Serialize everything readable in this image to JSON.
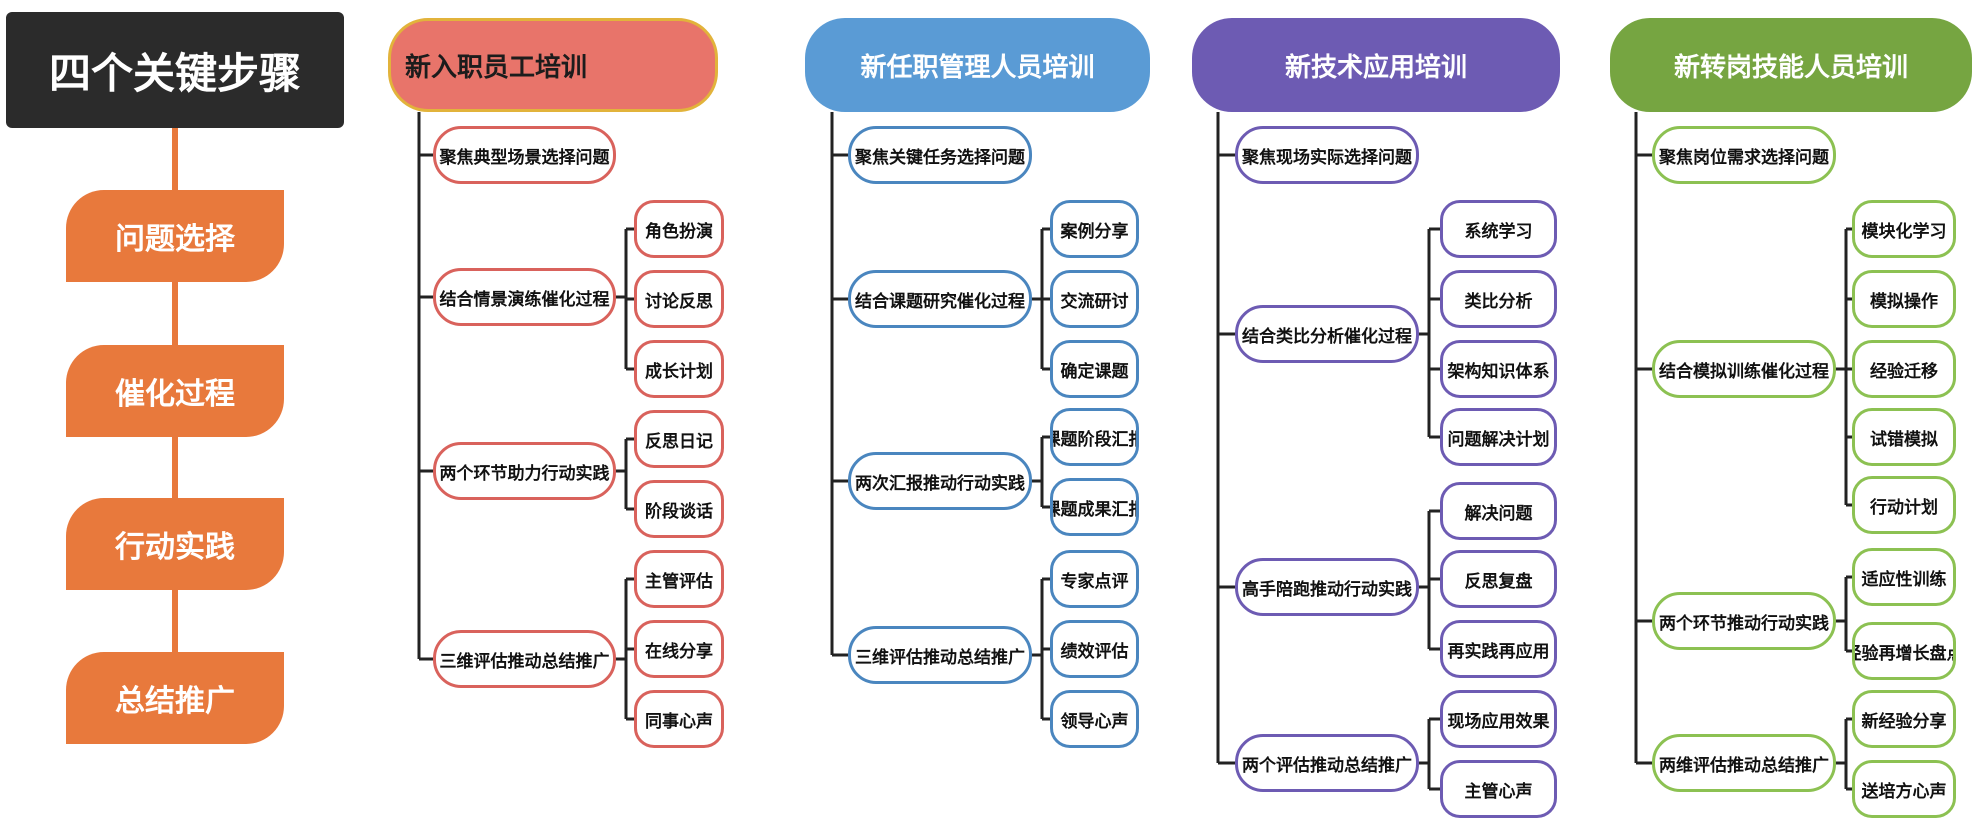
{
  "title": "四个关键步骤",
  "steps": [
    "问题选择",
    "催化过程",
    "行动实践",
    "总结推广"
  ],
  "columns": [
    {
      "title": "新入职员工培训",
      "color": "#e8746a",
      "border": "#d9625c",
      "nodes": [
        {
          "label": "聚焦典型场景选择问题",
          "leaves": []
        },
        {
          "label": "结合情景演练催化过程",
          "leaves": [
            "角色扮演",
            "讨论反思",
            "成长计划"
          ]
        },
        {
          "label": "两个环节助力行动实践",
          "leaves": [
            "反思日记",
            "阶段谈话"
          ]
        },
        {
          "label": "三维评估推动总结推广",
          "leaves": [
            "主管评估",
            "在线分享",
            "同事心声"
          ]
        }
      ]
    },
    {
      "title": "新任职管理人员培训",
      "color": "#5a9bd5",
      "border": "#4a86bf",
      "nodes": [
        {
          "label": "聚焦关键任务选择问题",
          "leaves": []
        },
        {
          "label": "结合课题研究催化过程",
          "leaves": [
            "案例分享",
            "交流研讨",
            "确定课题"
          ]
        },
        {
          "label": "两次汇报推动行动实践",
          "leaves": [
            "课题阶段汇报",
            "课题成果汇报"
          ]
        },
        {
          "label": "三维评估推动总结推广",
          "leaves": [
            "专家点评",
            "绩效评估",
            "领导心声"
          ]
        }
      ]
    },
    {
      "title": "新技术应用培训",
      "color": "#6d5bb3",
      "border": "#6d5bb3",
      "nodes": [
        {
          "label": "聚焦现场实际选择问题",
          "leaves": []
        },
        {
          "label": "结合类比分析催化过程",
          "leaves": [
            "系统学习",
            "类比分析",
            "架构知识体系",
            "问题解决计划"
          ]
        },
        {
          "label": "高手陪跑推动行动实践",
          "leaves": [
            "解决问题",
            "反思复盘",
            "再实践再应用"
          ]
        },
        {
          "label": "两个评估推动总结推广",
          "leaves": [
            "现场应用效果",
            "主管心声"
          ]
        }
      ]
    },
    {
      "title": "新转岗技能人员培训",
      "color": "#76a541",
      "border": "#8cc152",
      "nodes": [
        {
          "label": "聚焦岗位需求选择问题",
          "leaves": []
        },
        {
          "label": "结合模拟训练催化过程",
          "leaves": [
            "模块化学习",
            "模拟操作",
            "经验迁移",
            "试错模拟",
            "行动计划"
          ]
        },
        {
          "label": "两个环节推动行动实践",
          "leaves": [
            "适应性训练",
            "经验再增长盘点"
          ]
        },
        {
          "label": "两维评估推动总结推广",
          "leaves": [
            "新经验分享",
            "送培方心声"
          ]
        }
      ]
    }
  ]
}
